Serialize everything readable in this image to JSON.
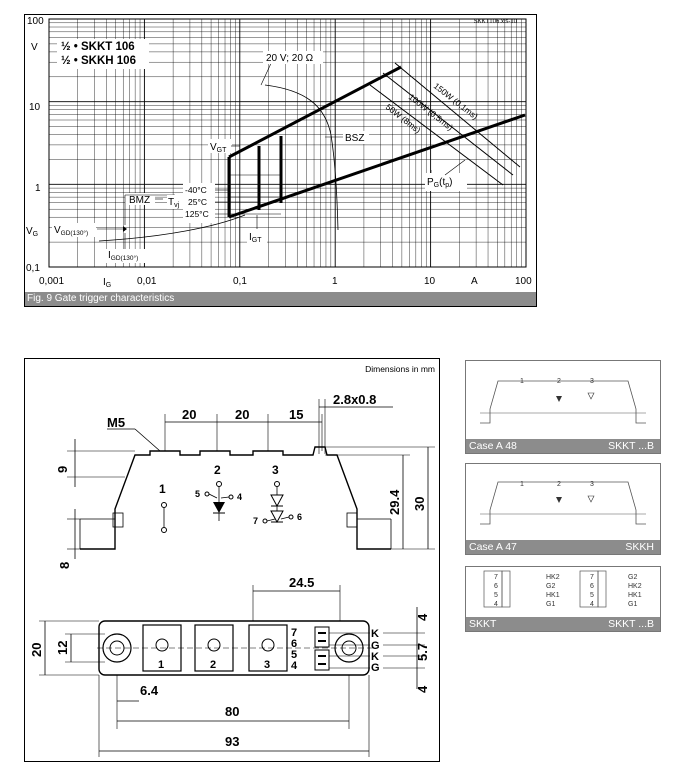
{
  "chart": {
    "file_ref": "SKKT106.xls-10",
    "units_v": "V",
    "title_lines": [
      "½ • SKKT 106",
      "½ • SKKH 106"
    ],
    "y_axis_label": "V",
    "y_axis_sub": "G",
    "y_ticks": [
      "100",
      "10",
      "1",
      "0,1"
    ],
    "x_ticks": [
      "0,001",
      "0,01",
      "0,1",
      "1",
      "10",
      "100"
    ],
    "x_axis_label": "I",
    "x_axis_sub": "G",
    "x_unit": "A",
    "label_20v": "20 V; 20 Ω",
    "label_vgt": "V",
    "label_vgt_sub": "GT",
    "label_bsz": "BSZ",
    "label_bmz": "BMZ",
    "label_tvj": "T",
    "label_tvj_sub": "vj",
    "temps": [
      "-40°C",
      "25°C",
      "125°C"
    ],
    "label_igt": "I",
    "label_igt_sub": "GT",
    "label_vgd": "V",
    "label_vgd_sub": "GD(130°)",
    "label_igd": "I",
    "label_igd_sub": "GD(130°)",
    "label_pg": "P",
    "label_pg_sub": "G",
    "label_pg_tail": "(t",
    "label_pg_tail_sub": "p",
    "label_pg_close": ")",
    "power_lines": [
      "150W (0,1ms)",
      "100W (0,5ms)",
      "50W (8ms)"
    ],
    "caption": "Fig. 9 Gate trigger characteristics"
  },
  "drawing": {
    "title": "Dimensions in mm",
    "thread": "M5",
    "pitch_a": "20",
    "pitch_b": "20",
    "pitch_c": "15",
    "tab": "2.8x0.8",
    "dim_9": "9",
    "dim_29_4": "29.4",
    "dim_30": "30",
    "dim_8": "8",
    "dim_24_5": "24.5",
    "dim_20": "20",
    "dim_12": "12",
    "dim_4_top": "4",
    "dim_5_7": "5.7",
    "dim_4_bot": "4",
    "dim_6_4": "6.4",
    "dim_80": "80",
    "dim_93": "93",
    "terminals": [
      "1",
      "2",
      "3"
    ],
    "pins_top": [
      "7",
      "6"
    ],
    "pins_bot": [
      "5",
      "4"
    ],
    "pin_letters": [
      "K",
      "G",
      "K",
      "G"
    ],
    "gate_pins_2": [
      "5",
      "4"
    ],
    "gate_pins_3": [
      "7",
      "6"
    ]
  },
  "cases": [
    {
      "left": "Case A 48",
      "right": "SKKT ...B"
    },
    {
      "left": "Case A 47",
      "right": "SKKH"
    }
  ],
  "pinouts": {
    "left_label": "SKKT",
    "right_label": "SKKT ...B",
    "left_pins": [
      "HK2",
      "G2",
      "HK1",
      "G1"
    ],
    "right_pins": [
      "G2",
      "HK2",
      "HK1",
      "G1"
    ],
    "nums": [
      "7",
      "6",
      "5",
      "4"
    ]
  }
}
